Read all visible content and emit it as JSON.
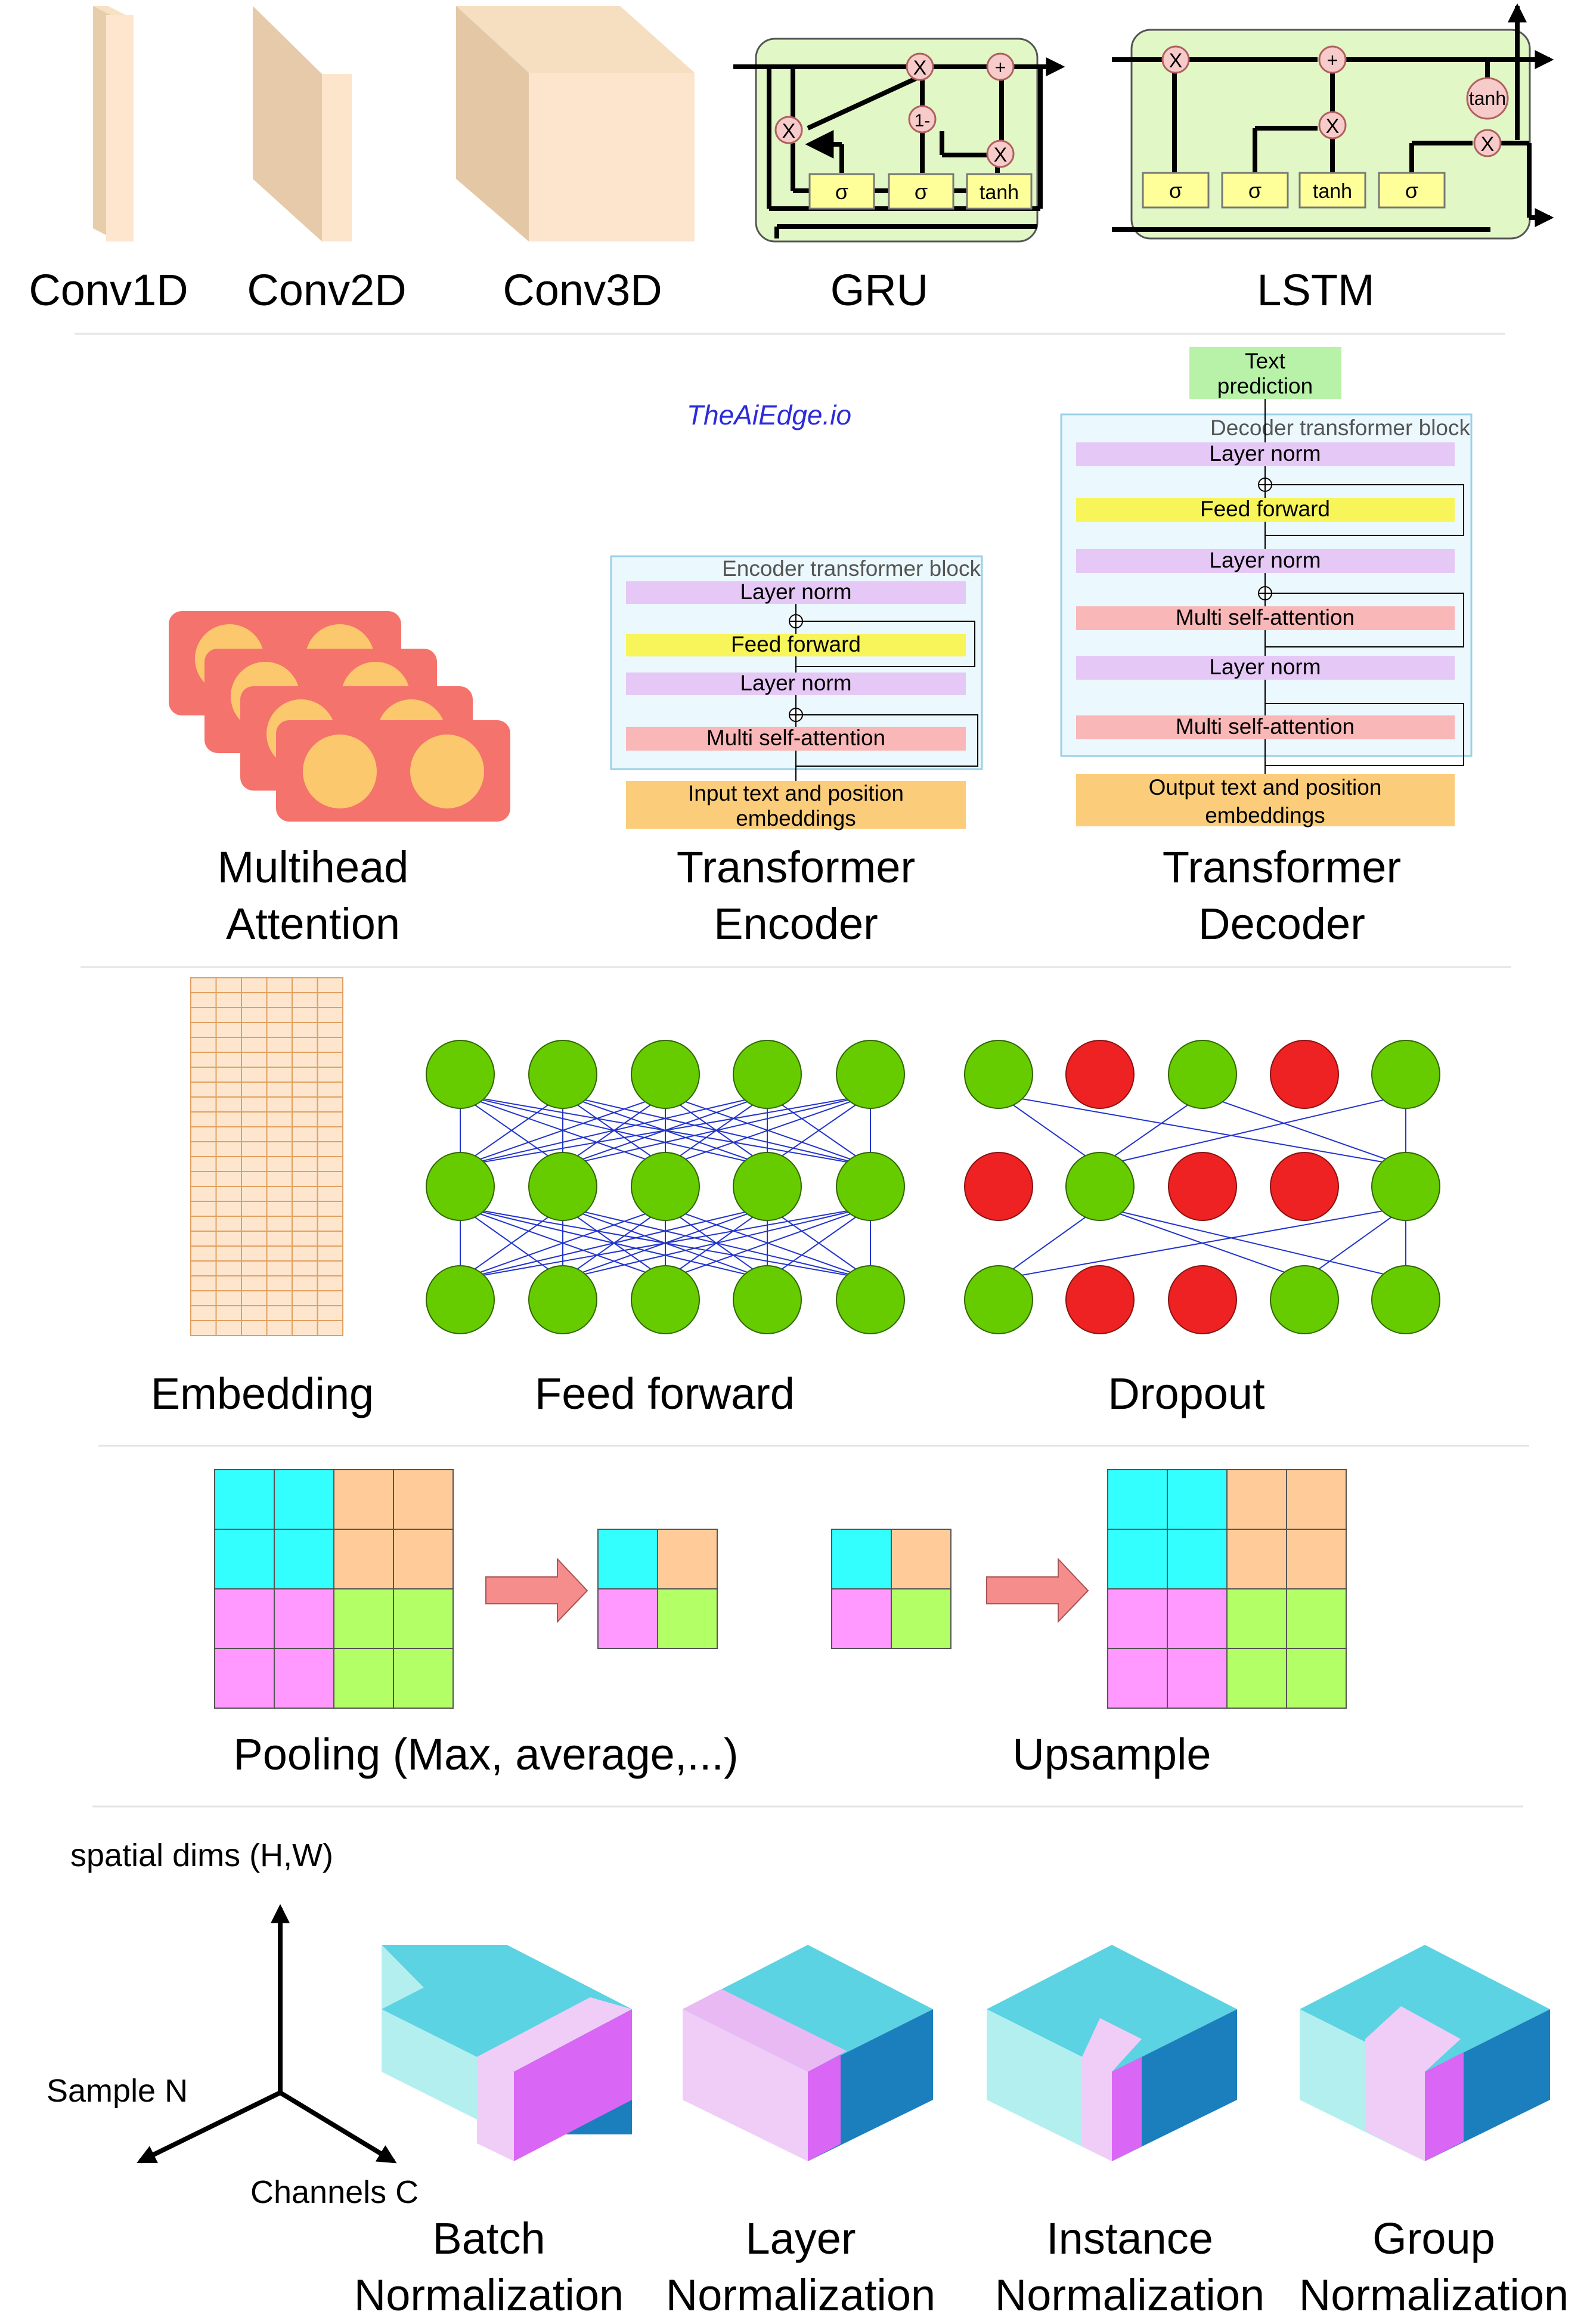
{
  "row1": {
    "conv1d": "Conv1D",
    "conv2d": "Conv2D",
    "conv3d": "Conv3D",
    "gru": "GRU",
    "lstm": "LSTM",
    "gru_cell": {
      "x": "X",
      "one_minus": "1-",
      "plus": "+",
      "sigma": "σ",
      "tanh": "tanh"
    },
    "lstm_cell": {
      "x": "X",
      "plus": "+",
      "sigma": "σ",
      "tanh": "tanh"
    }
  },
  "row2": {
    "watermark": "TheAiEdge.io",
    "multihead": [
      "Multihead",
      "Attention"
    ],
    "encoder_caption": [
      "Transformer",
      "Encoder"
    ],
    "decoder_caption": [
      "Transformer",
      "Decoder"
    ],
    "encoder": {
      "block_title": "Encoder transformer block",
      "layer_norm": "Layer norm",
      "feed_forward": "Feed forward",
      "multi_attention": "Multi self-attention",
      "input": [
        "Input text and position",
        "embeddings"
      ]
    },
    "decoder": {
      "prediction": [
        "Text",
        "prediction"
      ],
      "block_title": "Decoder transformer block",
      "layer_norm": "Layer norm",
      "feed_forward": "Feed forward",
      "multi_attention": "Multi self-attention",
      "output": [
        "Output text and position",
        "embeddings"
      ]
    }
  },
  "row3": {
    "embedding": "Embedding",
    "feed_forward": "Feed forward",
    "dropout": "Dropout",
    "dropout_layers": [
      [
        "keep",
        "drop",
        "keep",
        "drop",
        "keep"
      ],
      [
        "drop",
        "keep",
        "drop",
        "drop",
        "keep"
      ],
      [
        "keep",
        "drop",
        "drop",
        "keep",
        "keep"
      ]
    ]
  },
  "row4": {
    "pooling": "Pooling (Max, average,...)",
    "upsample": "Upsample"
  },
  "row5": {
    "axis_spatial": "spatial dims (H,W)",
    "axis_sample": "Sample N",
    "axis_channels": "Channels C",
    "batch": [
      "Batch",
      "Normalization"
    ],
    "layer": [
      "Layer",
      "Normalization"
    ],
    "instance": [
      "Instance",
      "Normalization"
    ],
    "group": [
      "Group",
      "Normalization"
    ]
  },
  "colors": {
    "green_node": "#66cc00",
    "red_node": "#ee2222",
    "link": "#2233cc",
    "cyan": "#33ffff",
    "orange": "#ffcc99",
    "pink": "#ff99ff",
    "lime": "#b3ff66",
    "norm_top": "#5cd3e2",
    "norm_side": "#b3efee",
    "norm_dark": "#1a7fbc",
    "norm_magenta": "#d966f5",
    "norm_light": "#f0cdf7"
  }
}
